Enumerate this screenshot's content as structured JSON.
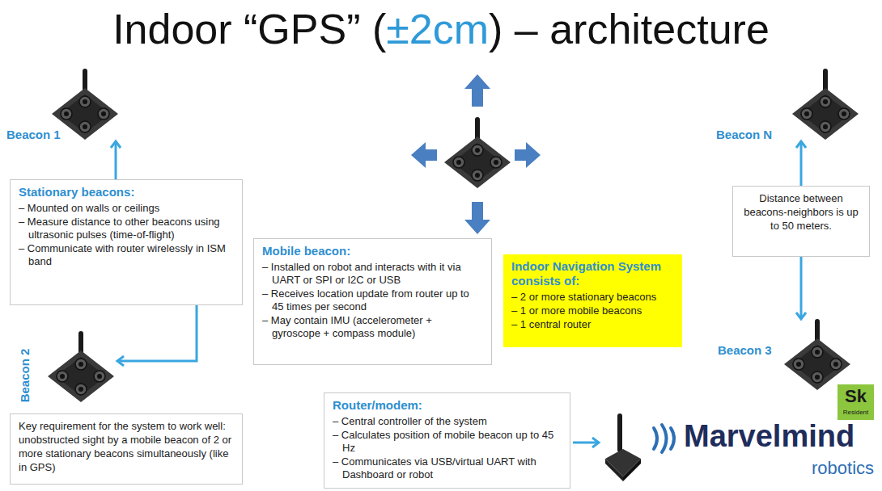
{
  "diagram": {
    "title": "Indoor “GPS” (±2cm) – architecture",
    "nodes": [
      {
        "text": [
          "Beacon 1"
        ]
      },
      {
        "text": [
          "Stationary beacons:",
          "– Mounted on walls or ceilings",
          "– Measure distance to other beacons using ultrasonic pulses (time-of-flight)",
          "– Communicate with router wirelessly in ISM band"
        ]
      },
      {
        "text": [
          "Beacon 2"
        ]
      },
      {
        "text": [
          "Key requirement for the system to work well: unobstructed sight by a mobile beacon of 2 or more stationary beacons simultaneously (like in GPS)"
        ]
      },
      {
        "text": [
          "Mobile beacon:",
          "– Installed on robot and interacts with it via UART or SPI or I2C or USB",
          "– Receives location update from router up to 45 times per second",
          "– May contain IMU (accelerometer + gyroscope + compass module)"
        ]
      },
      {
        "text": [
          "Indoor Navigation System consists of:",
          "– 2 or more stationary beacons",
          "– 1 or more mobile beacons",
          "– 1 central router"
        ]
      },
      {
        "text": [
          "Router/modem:",
          "– Central controller of the system",
          "– Calculates position of mobile beacon up to 45 Hz",
          "– Communicates via USB/virtual UART with Dashboard or robot"
        ]
      },
      {
        "text": [
          "Beacon N"
        ]
      },
      {
        "text": [
          "Distance between beacons-neighbors is up to 50 meters."
        ]
      },
      {
        "text": [
          "Beacon 3"
        ]
      }
    ],
    "edges": [
      {
        "from": 1,
        "to": 0,
        "arrow": "to"
      },
      {
        "from": 1,
        "to": 2,
        "arrow": "to"
      },
      {
        "from": 8,
        "to": 7,
        "arrow": "to"
      },
      {
        "from": 8,
        "to": 9,
        "arrow": "to"
      }
    ],
    "labels": [
      "Sk",
      "Resident",
      "Marvelmind",
      "robotics"
    ]
  }
}
